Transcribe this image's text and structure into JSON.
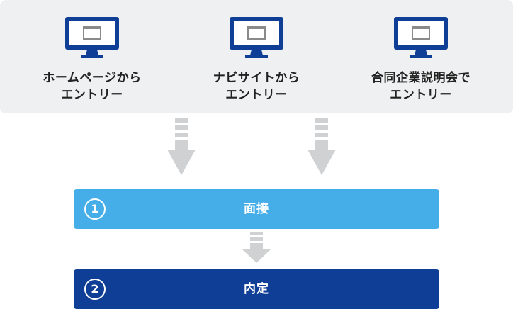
{
  "entries": [
    {
      "icon": "monitor-icon",
      "line1": "ホームページから",
      "line2": "エントリー"
    },
    {
      "icon": "monitor-icon",
      "line1": "ナビサイトから",
      "line2": "エントリー"
    },
    {
      "icon": "monitor-icon",
      "line1": "合同企業説明会で",
      "line2": "エントリー"
    }
  ],
  "steps": [
    {
      "number": "1",
      "label": "面接",
      "color": "#45aee8"
    },
    {
      "number": "2",
      "label": "内定",
      "color": "#0f3e96"
    }
  ],
  "colors": {
    "panel": "#eff0f1",
    "icon": "#0f3e96",
    "arrow": "#cfd1d3",
    "text": "#222222"
  }
}
